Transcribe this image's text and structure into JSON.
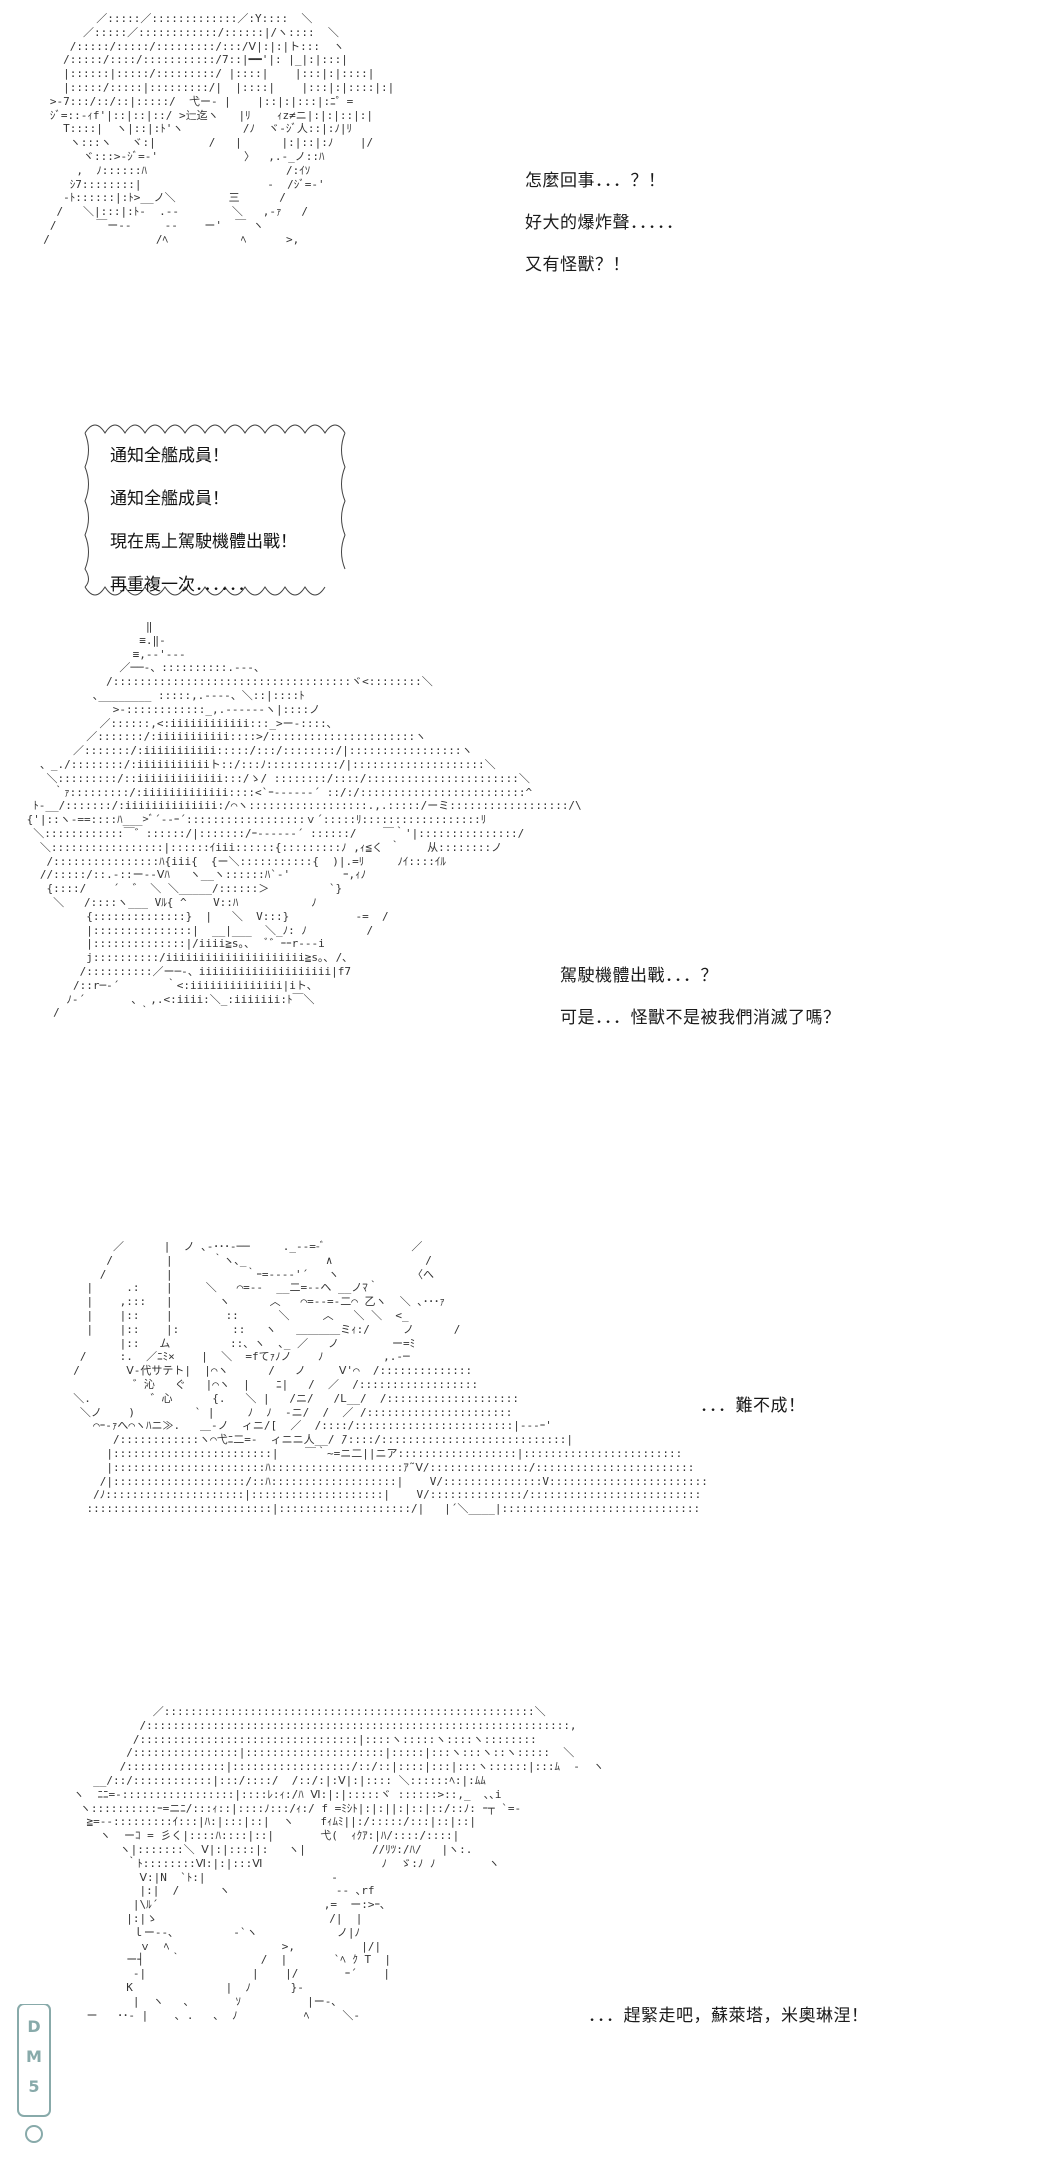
{
  "panel1": {
    "dialogue": [
      "怎麼回事．．．？！",
      "好大的爆炸聲．．．．．",
      "又有怪獸？！"
    ]
  },
  "panel2": {
    "announcement": [
      "通知全艦成員！",
      "通知全艦成員！",
      "現在馬上駕駛機體出戰！",
      "再重複一次．．．．．．"
    ],
    "dialogue": [
      "駕駛機體出戰．．．？",
      "可是．．．怪獸不是被我們消滅了嗎？"
    ]
  },
  "panel3": {
    "dialogue": [
      "．．．難不成！"
    ]
  },
  "panel4": {
    "dialogue": [
      "．．．趕緊走吧，蘇萊塔，米奧琳涅！"
    ]
  },
  "watermark": {
    "text": "DM5"
  }
}
